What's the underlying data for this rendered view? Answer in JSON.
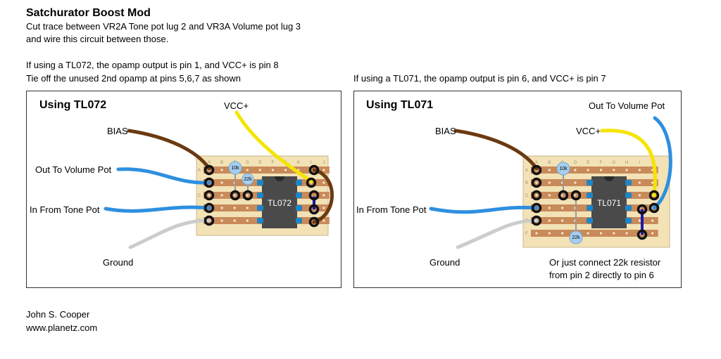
{
  "header": {
    "title": "Satchurator Boost Mod",
    "line1": "Cut trace between VR2A Tone pot lug 2 and VR3A Volume pot lug 3",
    "line2": "and wire this circuit between those.",
    "tl072_note1": "If using a TL072, the opamp output is pin 1, and VCC+ is pin 8",
    "tl072_note2": "Tie off the unused 2nd opamp at pins 5,6,7 as shown",
    "tl071_note": "If using a TL071, the opamp output is pin 6, and VCC+ is pin 7"
  },
  "left_panel": {
    "title": "Using TL072",
    "labels": {
      "vcc": "VCC+",
      "bias": "BIAS",
      "out": "Out To Volume Pot",
      "in": "In From Tone Pot",
      "ground": "Ground"
    },
    "chip": "TL072",
    "cap1": "10k",
    "cap2": "22k"
  },
  "right_panel": {
    "title": "Using TL071",
    "labels": {
      "out": "Out To Volume Pot",
      "vcc": "VCC+",
      "bias": "BIAS",
      "in": "In From Tone Pot",
      "ground": "Ground",
      "note1": "Or just connect 22k resistor",
      "note2": "from pin 2 directly to pin 6"
    },
    "chip": "TL071",
    "cap1": "10k",
    "cap2": "22k"
  },
  "board": {
    "columns": [
      "A",
      "B",
      "C",
      "D",
      "E",
      "F",
      "G",
      "H",
      "I",
      "J"
    ],
    "rows": [
      "A",
      "B",
      "C",
      "D",
      "E",
      "F"
    ]
  },
  "footer": {
    "author": "John S. Cooper",
    "website": "www.planetz.com"
  },
  "colors": {
    "board": "#f2e2b6",
    "strip": "#c98a5a",
    "bias_wire": "#6b3a10",
    "signal_wire": "#2e8fe0",
    "ground_wire": "#cccccc",
    "vcc_wire": "#f5e400",
    "jumper": "#1a1aa8",
    "chip": "#4a4a4a",
    "cap": "#a6cef0",
    "pin": "#1e86c8"
  }
}
